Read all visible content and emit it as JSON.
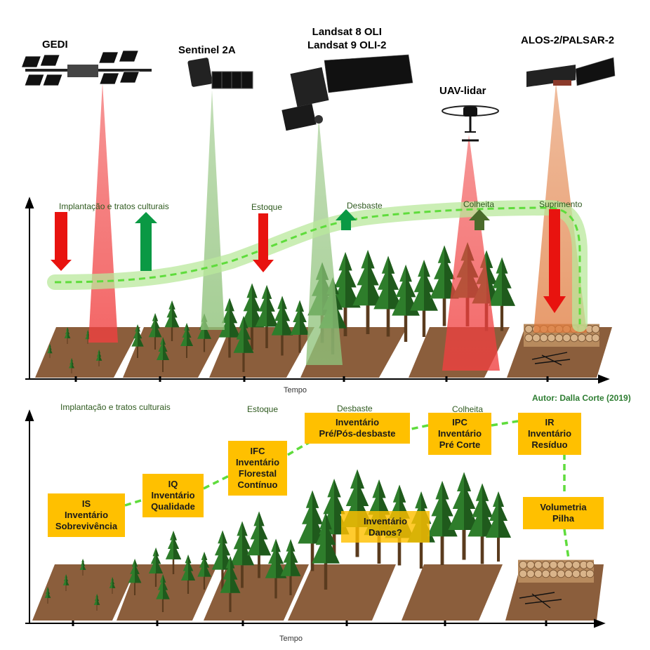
{
  "sensors": {
    "gedi": "GEDI",
    "sentinel": "Sentinel 2A",
    "landsat_line1": "Landsat 8 OLI",
    "landsat_line2": "Landsat 9 OLI-2",
    "uav": "UAV-lidar",
    "alos": "ALOS-2/PALSAR-2"
  },
  "top_panel": {
    "stage_implantacao": "Implantação e tratos culturais",
    "stage_estoque": "Estoque",
    "stage_desbaste": "Desbaste",
    "stage_colheita": "Colheita",
    "stage_suprimento": "Suprimento",
    "axis_x": "Tempo"
  },
  "bottom_panel": {
    "stage_implantacao": "Implantação e tratos culturais",
    "stage_estoque": "Estoque",
    "stage_desbaste": "Desbaste",
    "stage_colheita": "Colheita",
    "axis_x": "Tempo",
    "author": "Autor: Dalla Corte (2019)"
  },
  "inventory_boxes": {
    "is": [
      "IS",
      "Inventário",
      "Sobrevivência"
    ],
    "iq": [
      "IQ",
      "Inventário",
      "Qualidade"
    ],
    "ifc": [
      "IFC",
      "Inventário",
      "Florestal",
      "Contínuo"
    ],
    "desbaste": [
      "Inventário",
      "Pré/Pós-desbaste"
    ],
    "ipc": [
      "IPC",
      "Inventário",
      "Pré Corte"
    ],
    "ir": [
      "IR",
      "Inventário",
      "Resíduo"
    ],
    "danos": [
      "Inventário",
      "Danos?"
    ],
    "volumetria": [
      "Volumetria",
      "Pilha"
    ]
  },
  "colors": {
    "ground": "#8b5e3c",
    "tree_dark": "#1f5a1c",
    "tree_mid": "#2e7d2b",
    "arrow_red": "#e8130f",
    "arrow_green": "#0a9944",
    "beam_red": "#f04040",
    "beam_green": "#8fc27a",
    "beam_orange": "#e07a3c",
    "dash_green": "#5fdc3c",
    "box_fill": "#ffc000"
  }
}
